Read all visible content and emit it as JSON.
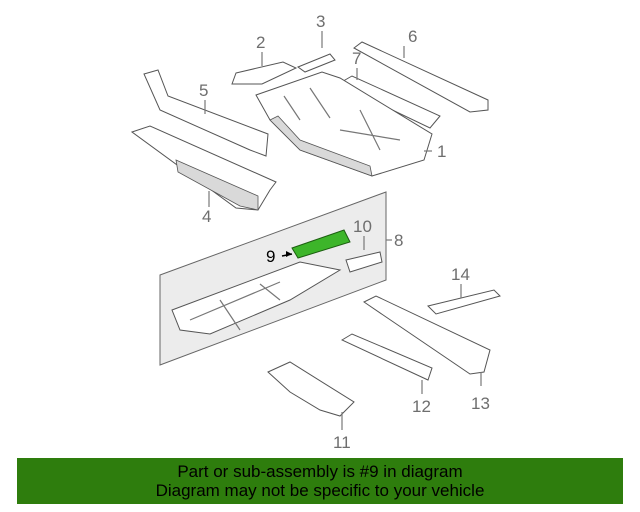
{
  "diagram": {
    "callouts": {
      "p1": "1",
      "p2": "2",
      "p3": "3",
      "p4": "4",
      "p5": "5",
      "p6": "6",
      "p7": "7",
      "p8": "8",
      "p9": "9",
      "p10": "10",
      "p11": "11",
      "p12": "12",
      "p13": "13",
      "p14": "14"
    },
    "highlighted_part": "9"
  },
  "banner": {
    "line1": "Part or sub-assembly is #9 in diagram",
    "line2": "Diagram may not be specific to your vehicle"
  },
  "colors": {
    "banner_bg": "#2e7d0d",
    "highlight": "#3db52a",
    "subassembly_panel": "#ececec",
    "line_art": "#555555"
  }
}
